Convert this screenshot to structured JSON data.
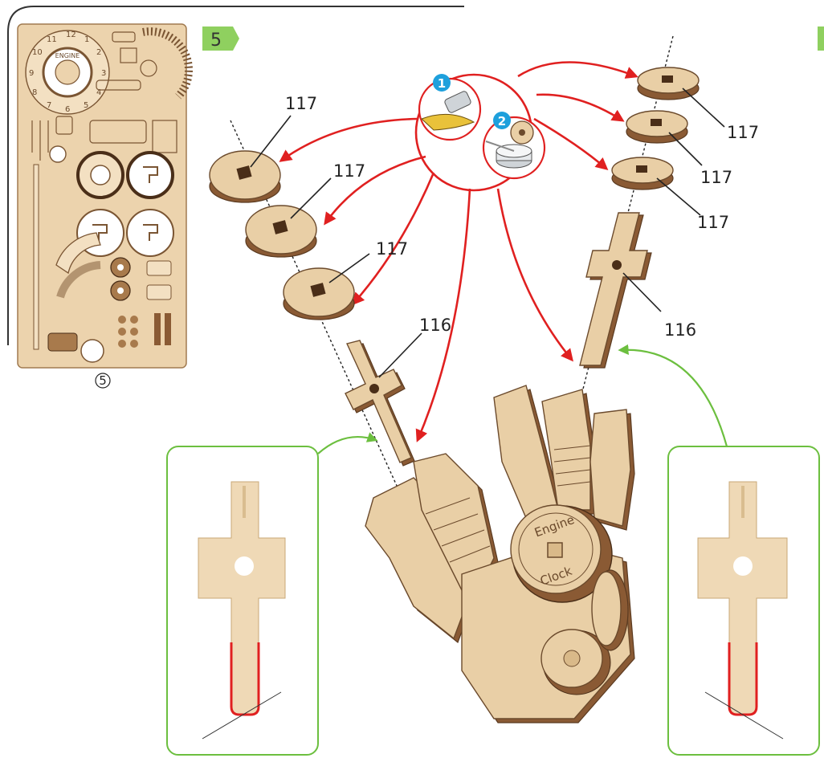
{
  "step": {
    "number": "5"
  },
  "sheet": {
    "ring_label": "5"
  },
  "dial": {
    "numbers": [
      "12",
      "1",
      "2",
      "3",
      "4",
      "5",
      "6",
      "7",
      "8",
      "9",
      "10",
      "11"
    ],
    "word": "ENGINE"
  },
  "engine_cap": {
    "line1": "Engine",
    "line2": "Clock"
  },
  "parts": {
    "disc": "117",
    "cross": "116"
  },
  "callouts": {
    "one": "1",
    "two": "2"
  },
  "colors": {
    "wood_light": "#e9cfa6",
    "wood_dark": "#8a5a34",
    "arrow_red": "#e02020",
    "arrow_green": "#6cbf3f",
    "step_badge": "#8fd05f"
  }
}
